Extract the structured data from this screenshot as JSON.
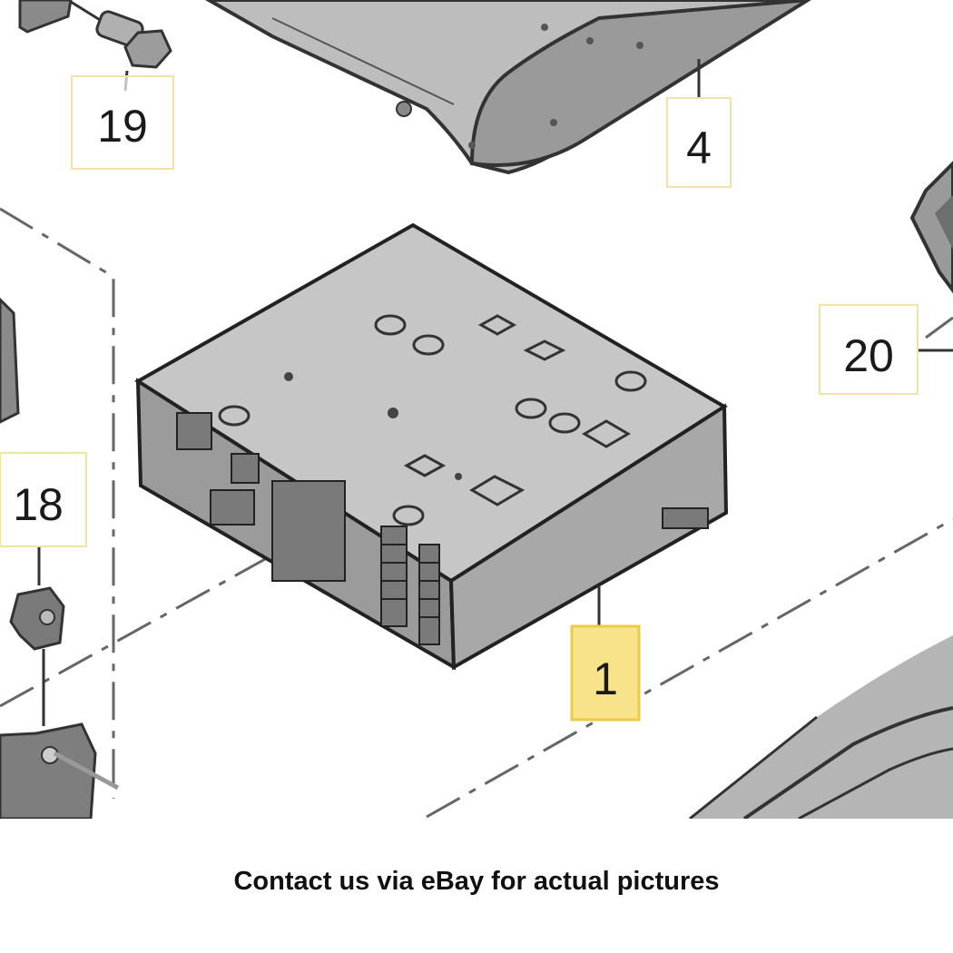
{
  "diagram": {
    "callouts": {
      "c19": "19",
      "c4": "4",
      "c20": "20",
      "c18": "18",
      "c1": "1"
    },
    "colors": {
      "label_box_border": "#f2e2a8",
      "highlight_fill": "#f8e38a",
      "highlight_border": "#eccb4b",
      "part_fill": "#c4c4c4",
      "part_dark": "#8c8c8c",
      "outline": "#333333"
    }
  },
  "footer": {
    "caption": "Contact us via eBay for actual pictures"
  }
}
